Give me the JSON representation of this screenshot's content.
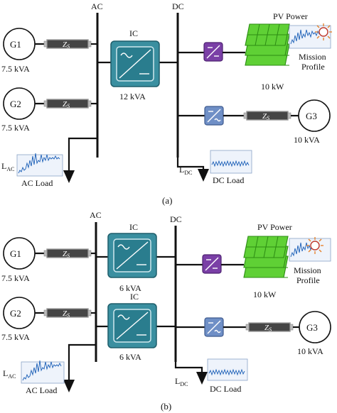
{
  "labels": {
    "ac": "AC",
    "dc": "DC",
    "ic": "IC",
    "zs": "Z",
    "zs_sub": "S",
    "g1": "G1",
    "g2": "G2",
    "g3": "G3",
    "rating_7_5": "7.5 kVA",
    "rating_12": "12 kVA",
    "rating_6": "6 kVA",
    "rating_10kva": "10 kVA",
    "pv_power": "PV Power",
    "mission": "Mission",
    "profile": "Profile",
    "pv_rating": "10 kW",
    "l_ac_main": "L",
    "l_ac_sub": "AC",
    "l_dc_main": "L",
    "l_dc_sub": "DC",
    "ac_load": "AC Load",
    "dc_load": "DC Load",
    "caption_a": "(a)",
    "caption_b": "(b)"
  }
}
